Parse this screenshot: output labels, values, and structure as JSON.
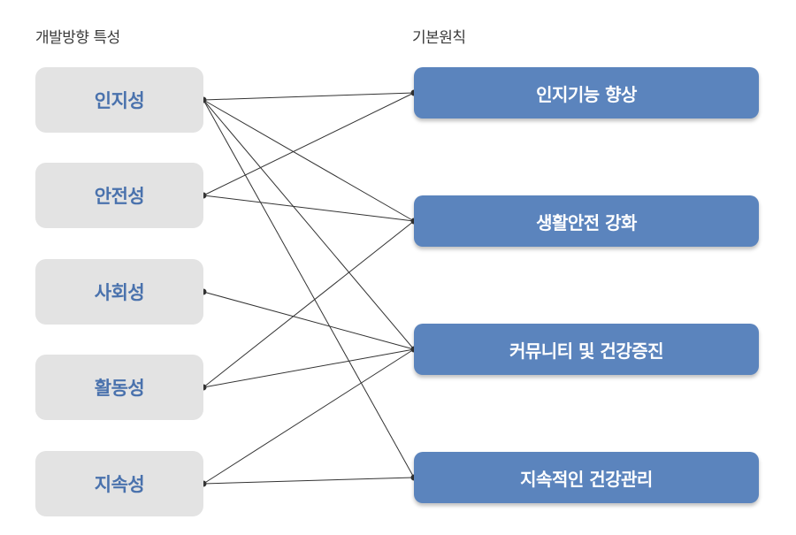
{
  "headings": {
    "left": "개발방향 특성",
    "right": "기본원칙"
  },
  "characteristics": [
    {
      "id": "cognitive",
      "label": "인지성"
    },
    {
      "id": "safety",
      "label": "안전성"
    },
    {
      "id": "sociality",
      "label": "사회성"
    },
    {
      "id": "activity",
      "label": "활동성"
    },
    {
      "id": "sustainability",
      "label": "지속성"
    }
  ],
  "principles": [
    {
      "id": "cognitive-improvement",
      "label": "인지기능 향상"
    },
    {
      "id": "life-safety",
      "label": "생활안전 강화"
    },
    {
      "id": "community-health",
      "label": "커뮤니티 및 건강증진"
    },
    {
      "id": "sustained-health",
      "label": "지속적인 건강관리"
    }
  ],
  "connections": [
    {
      "from": "cognitive",
      "to": "cognitive-improvement"
    },
    {
      "from": "cognitive",
      "to": "life-safety"
    },
    {
      "from": "cognitive",
      "to": "community-health"
    },
    {
      "from": "cognitive",
      "to": "sustained-health"
    },
    {
      "from": "safety",
      "to": "cognitive-improvement"
    },
    {
      "from": "safety",
      "to": "life-safety"
    },
    {
      "from": "sociality",
      "to": "community-health"
    },
    {
      "from": "activity",
      "to": "life-safety"
    },
    {
      "from": "activity",
      "to": "community-health"
    },
    {
      "from": "sustainability",
      "to": "community-health"
    },
    {
      "from": "sustainability",
      "to": "sustained-health"
    }
  ],
  "colors": {
    "left_box_bg": "#e3e3e3",
    "left_box_text": "#4a72ad",
    "right_box_bg": "#5b84bd",
    "right_box_text": "#ffffff",
    "line": "#333333"
  }
}
